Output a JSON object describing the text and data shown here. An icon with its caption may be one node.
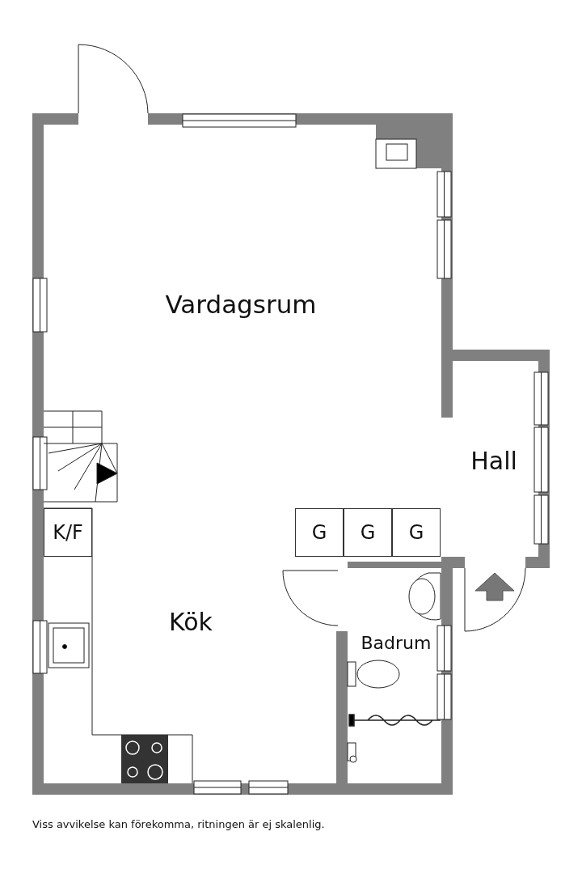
{
  "diagram": {
    "caption": "Viss avvikelse kan förekomma, ritningen är ej skalenlig.",
    "nodes": [
      {
        "text": [
          "K/F"
        ]
      },
      {
        "text": [
          "G"
        ]
      },
      {
        "text": [
          "G"
        ]
      },
      {
        "text": [
          "G"
        ]
      }
    ],
    "labels": [
      "Vardagsrum",
      "Hall",
      "Kök",
      "Badrum"
    ]
  }
}
